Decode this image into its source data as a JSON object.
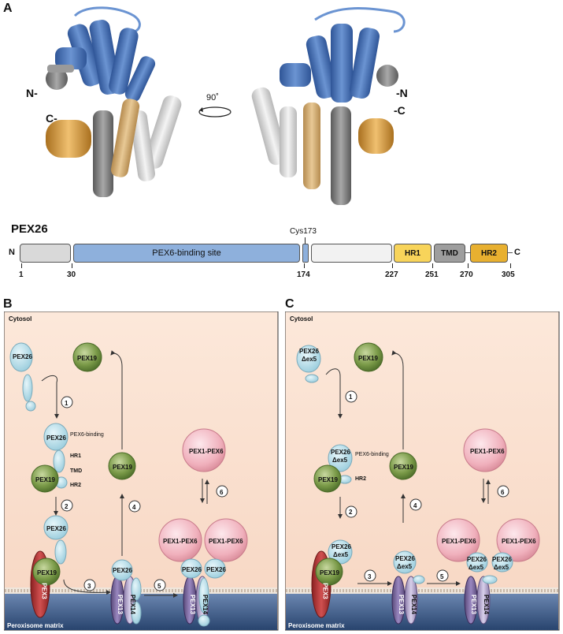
{
  "panel_a": {
    "letter": "A",
    "rotation_label": "90˚",
    "left_view": {
      "n_label": "N-",
      "c_label": "C-"
    },
    "right_view": {
      "n_label": "-N",
      "c_label": "-C"
    },
    "colors": {
      "blue": "#4a72b8",
      "grey": "#8a8a8a",
      "light": "#dcdcdc",
      "orange": "#d49a3c"
    }
  },
  "domain_map": {
    "protein": "PEX26",
    "n_terminus": "N",
    "c_terminus": "C",
    "cys_label": "Cys173",
    "segments": [
      {
        "label": "",
        "color": "#d9d9d9"
      },
      {
        "label": "PEX6-binding site",
        "color": "#8eb0dc"
      },
      {
        "label": "",
        "color": "#8eb0dc"
      },
      {
        "label": "",
        "color": "#f2f2f2"
      },
      {
        "label": "HR1",
        "color": "#f8d45a"
      },
      {
        "label": "TMD",
        "color": "#9e9e9e"
      },
      {
        "label": "HR2",
        "color": "#e8b030"
      }
    ],
    "positions": [
      "1",
      "30",
      "174",
      "227",
      "251",
      "270",
      "305"
    ]
  },
  "panel_b": {
    "letter": "B",
    "cytosol": "Cytosol",
    "matrix": "Peroxisome matrix",
    "pex26": "PEX26",
    "pex19": "PEX19",
    "pex3": "PEX3",
    "pex13": "PEX13",
    "pex14": "PEX14",
    "pex1_pex6": "PEX1-PEX6",
    "pex6_binding": "PEX6-binding",
    "hr1": "HR1",
    "tmd": "TMD",
    "hr2": "HR2",
    "steps": [
      "1",
      "2",
      "3",
      "4",
      "5",
      "6"
    ]
  },
  "panel_c": {
    "letter": "C",
    "cytosol": "Cytosol",
    "matrix": "Peroxisome matrix",
    "pex26_dex5_a": "PEX26",
    "pex26_dex5_b": "Δex5",
    "pex19": "PEX19",
    "pex3": "PEX3",
    "pex13": "PEX13",
    "pex14": "PEX14",
    "pex1_pex6": "PEX1-PEX6",
    "pex6_binding": "PEX6-binding",
    "hr2": "HR2",
    "steps": [
      "1",
      "2",
      "3",
      "4",
      "5",
      "6"
    ]
  }
}
